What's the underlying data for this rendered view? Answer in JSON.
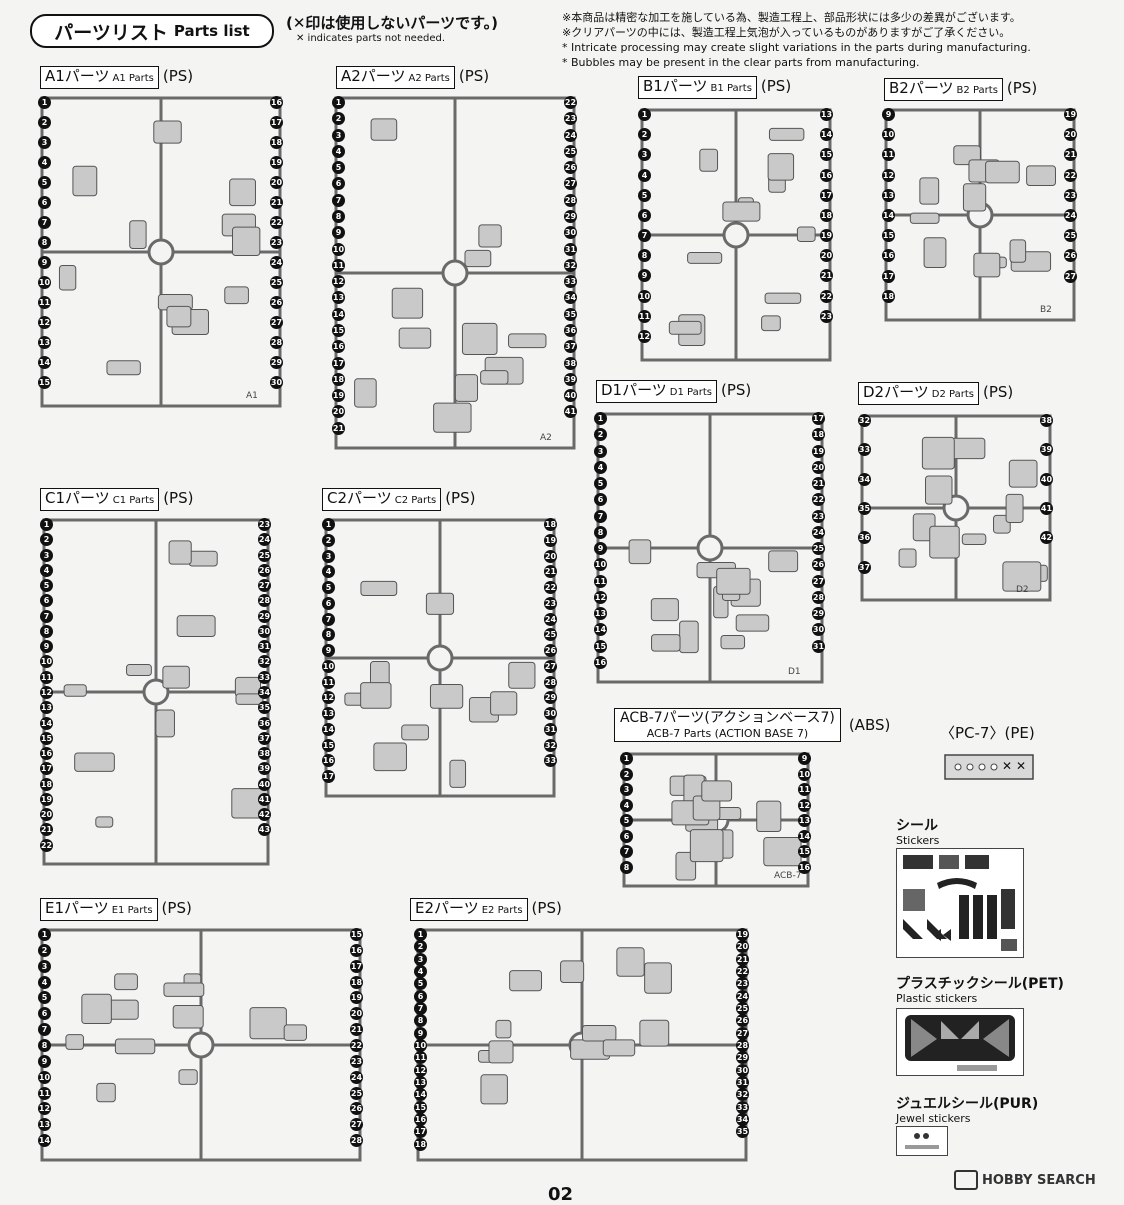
{
  "header": {
    "title_jp": "パーツリスト",
    "title_en": "Parts list",
    "note_jp": "(✕印は使用しないパーツです。)",
    "note_en": "✕ indicates parts not needed.",
    "notes": [
      "※本商品は精密な加工を施している為、製造工程上、部品形状には多少の差異がございます。",
      "※クリアパーツの中には、製造工程上気泡が入っているものがありますがご了承ください。",
      "* Intricate processing may create slight variations in the parts during manufacturing.",
      "* Bubbles may be present in the clear parts from manufacturing."
    ]
  },
  "sections": {
    "A1": {
      "jp": "A1パーツ",
      "en": "A1 Parts",
      "mat": "(PS)"
    },
    "A2": {
      "jp": "A2パーツ",
      "en": "A2 Parts",
      "mat": "(PS)"
    },
    "B1": {
      "jp": "B1パーツ",
      "en": "B1 Parts",
      "mat": "(PS)"
    },
    "B2": {
      "jp": "B2パーツ",
      "en": "B2 Parts",
      "mat": "(PS)"
    },
    "C1": {
      "jp": "C1パーツ",
      "en": "C1 Parts",
      "mat": "(PS)"
    },
    "C2": {
      "jp": "C2パーツ",
      "en": "C2 Parts",
      "mat": "(PS)"
    },
    "D1": {
      "jp": "D1パーツ",
      "en": "D1 Parts",
      "mat": "(PS)"
    },
    "D2": {
      "jp": "D2パーツ",
      "en": "D2 Parts",
      "mat": "(PS)"
    },
    "E1": {
      "jp": "E1パーツ",
      "en": "E1 Parts",
      "mat": "(PS)"
    },
    "E2": {
      "jp": "E2パーツ",
      "en": "E2 Parts",
      "mat": "(PS)"
    },
    "ACB": {
      "jp": "ACB-7パーツ(アクションベース7)",
      "en": "ACB-7 Parts (ACTION BASE 7)",
      "mat": "(ABS)"
    },
    "PC": {
      "label": "〈PC-7〉(PE)"
    }
  },
  "runners": {
    "A1": {
      "stamp": "A1",
      "numbers": [
        "1",
        "2",
        "3",
        "4",
        "5",
        "6",
        "7",
        "8",
        "9",
        "10",
        "11",
        "12",
        "13",
        "14",
        "15",
        "16",
        "17",
        "18",
        "19",
        "20",
        "21",
        "22",
        "23",
        "24",
        "25",
        "26",
        "27",
        "28",
        "29",
        "30"
      ]
    },
    "A2": {
      "stamp": "A2",
      "numbers": [
        "1",
        "2",
        "3",
        "4",
        "5",
        "6",
        "7",
        "8",
        "9",
        "10",
        "11",
        "12",
        "13",
        "14",
        "15",
        "16",
        "17",
        "18",
        "19",
        "20",
        "21",
        "22",
        "23",
        "24",
        "25",
        "26",
        "27",
        "28",
        "29",
        "30",
        "31",
        "32",
        "33",
        "34",
        "35",
        "36",
        "37",
        "38",
        "39",
        "40",
        "41"
      ]
    },
    "B1": {
      "numbers": [
        "1",
        "2",
        "3",
        "4",
        "5",
        "6",
        "7",
        "8",
        "9",
        "10",
        "11",
        "12",
        "13",
        "14",
        "15",
        "16",
        "17",
        "18",
        "19",
        "20",
        "21",
        "22",
        "23"
      ]
    },
    "B2": {
      "stamp": "B2",
      "numbers": [
        "9",
        "10",
        "11",
        "12",
        "13",
        "14",
        "15",
        "16",
        "17",
        "18",
        "19",
        "20",
        "21",
        "22",
        "23",
        "24",
        "25",
        "26",
        "27"
      ]
    },
    "C1": {
      "numbers": [
        "1",
        "2",
        "3",
        "4",
        "5",
        "6",
        "7",
        "8",
        "9",
        "10",
        "11",
        "12",
        "13",
        "14",
        "15",
        "16",
        "17",
        "18",
        "19",
        "20",
        "21",
        "22",
        "23",
        "24",
        "25",
        "26",
        "27",
        "28",
        "29",
        "30",
        "31",
        "32",
        "33",
        "34",
        "35",
        "36",
        "37",
        "38",
        "39",
        "40",
        "41",
        "42",
        "43"
      ]
    },
    "C2": {
      "numbers": [
        "1",
        "2",
        "3",
        "4",
        "5",
        "6",
        "7",
        "8",
        "9",
        "10",
        "11",
        "12",
        "13",
        "14",
        "15",
        "16",
        "17",
        "18",
        "19",
        "20",
        "21",
        "22",
        "23",
        "24",
        "25",
        "26",
        "27",
        "28",
        "29",
        "30",
        "31",
        "32",
        "33"
      ]
    },
    "D1": {
      "stamp": "D1",
      "numbers": [
        "1",
        "2",
        "3",
        "4",
        "5",
        "6",
        "7",
        "8",
        "9",
        "10",
        "11",
        "12",
        "13",
        "14",
        "15",
        "16",
        "17",
        "18",
        "19",
        "20",
        "21",
        "22",
        "23",
        "24",
        "25",
        "26",
        "27",
        "28",
        "29",
        "30",
        "31"
      ]
    },
    "D2": {
      "stamp": "D2",
      "numbers": [
        "32",
        "33",
        "34",
        "35",
        "36",
        "37",
        "38",
        "39",
        "40",
        "41",
        "42"
      ]
    },
    "E1": {
      "numbers": [
        "1",
        "2",
        "3",
        "4",
        "5",
        "6",
        "7",
        "8",
        "9",
        "10",
        "11",
        "12",
        "13",
        "14",
        "15",
        "16",
        "17",
        "18",
        "19",
        "20",
        "21",
        "22",
        "23",
        "24",
        "25",
        "26",
        "27",
        "28"
      ]
    },
    "E2": {
      "numbers": [
        "1",
        "2",
        "3",
        "4",
        "5",
        "6",
        "7",
        "8",
        "9",
        "10",
        "11",
        "12",
        "13",
        "14",
        "15",
        "16",
        "17",
        "18",
        "19",
        "20",
        "21",
        "22",
        "23",
        "24",
        "25",
        "26",
        "27",
        "28",
        "29",
        "30",
        "31",
        "32",
        "33",
        "34",
        "35"
      ]
    },
    "ACB": {
      "stamp": "ACB-7",
      "numbers": [
        "1",
        "2",
        "3",
        "4",
        "5",
        "6",
        "7",
        "8",
        "9",
        "10",
        "11",
        "12",
        "13",
        "14",
        "15",
        "16"
      ]
    }
  },
  "stickers": [
    {
      "jp": "シール",
      "en": "Stickers"
    },
    {
      "jp": "プラスチックシール(PET)",
      "en": "Plastic stickers"
    },
    {
      "jp": "ジュエルシール(PUR)",
      "en": "Jewel stickers"
    }
  ],
  "watermark": "HOBBY SEARCH",
  "page_number": "02"
}
